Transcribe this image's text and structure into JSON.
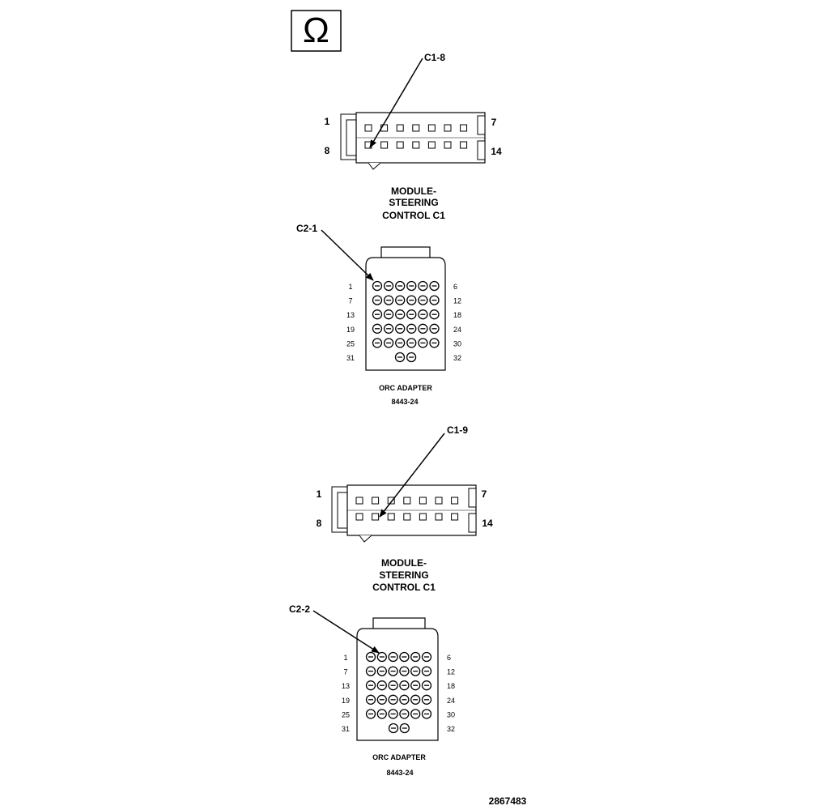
{
  "ohm_symbol": "Ω",
  "connector1": {
    "callout": "C1-8",
    "pin_tl": "1",
    "pin_tr": "7",
    "pin_bl": "8",
    "pin_br": "14",
    "title_lines": [
      "MODULE-",
      "STEERING",
      "CONTROL C1"
    ]
  },
  "adapter1": {
    "callout": "C2-1",
    "left_pins": [
      "1",
      "7",
      "13",
      "19",
      "25",
      "31"
    ],
    "right_pins": [
      "6",
      "12",
      "18",
      "24",
      "30",
      "32"
    ],
    "caption": "ORC ADAPTER",
    "part_number": "8443-24"
  },
  "connector2": {
    "callout": "C1-9",
    "pin_tl": "1",
    "pin_tr": "7",
    "pin_bl": "8",
    "pin_br": "14",
    "title_lines": [
      "MODULE-",
      "STEERING",
      "CONTROL C1"
    ]
  },
  "adapter2": {
    "callout": "C2-2",
    "left_pins": [
      "1",
      "7",
      "13",
      "19",
      "25",
      "31"
    ],
    "right_pins": [
      "6",
      "12",
      "18",
      "24",
      "30",
      "32"
    ],
    "caption": "ORC ADAPTER",
    "part_number": "8443-24"
  },
  "figure_number": "2867483"
}
